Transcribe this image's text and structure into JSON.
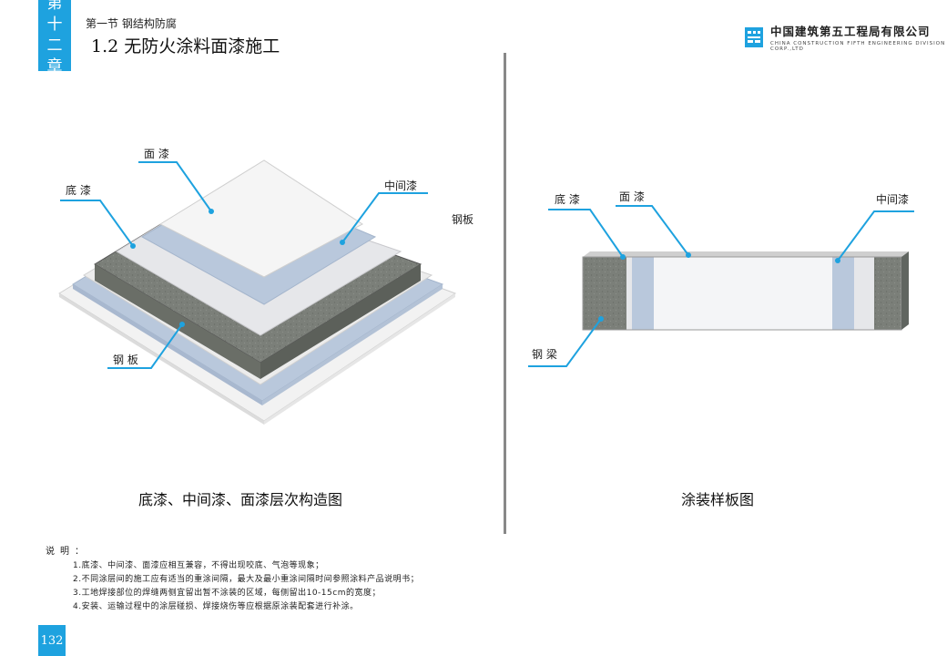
{
  "header": {
    "chapter_chars": [
      "第",
      "十",
      "二",
      "章"
    ],
    "section": "第一节  钢结构防腐",
    "title": "1.2  无防火涂料面漆施工"
  },
  "logo": {
    "name_cn": "中国建筑第五工程局有限公司",
    "name_en": "CHINA CONSTRUCTION FIFTH ENGINEERING DIVISION CORP.,LTD"
  },
  "left_figure": {
    "labels": {
      "top_coat": "面 漆",
      "primer": "底 漆",
      "middle_coat": "中间漆",
      "steel_plate_right": "钢板",
      "steel_plate": "钢 板"
    },
    "caption": "底漆、中间漆、面漆层次构造图"
  },
  "right_figure": {
    "labels": {
      "primer": "底 漆",
      "top_coat": "面 漆",
      "middle_coat": "中间漆",
      "steel_beam": "钢 梁"
    },
    "caption": "涂装样板图"
  },
  "notes": {
    "title": "说明：",
    "items": [
      "1.底漆、中间漆、面漆应相互兼容，不得出现咬底、气泡等现象；",
      "2.不同涂层间的施工应有适当的重涂间隔，最大及最小重涂间隔时间参照涂料产品说明书；",
      "3.工地焊接部位的焊缝两侧宜留出暂不涂装的区域，每侧留出10-15cm的宽度；",
      "4.安装、运输过程中的涂层碰损、焊接烧伤等应根据原涂装配套进行补涂。"
    ]
  },
  "footer": {
    "page_number": "132"
  },
  "colors": {
    "accent": "#1ea2df",
    "concrete": "#7b7f79",
    "blue_layer": "#b9c8dc",
    "divider": "#888888"
  }
}
